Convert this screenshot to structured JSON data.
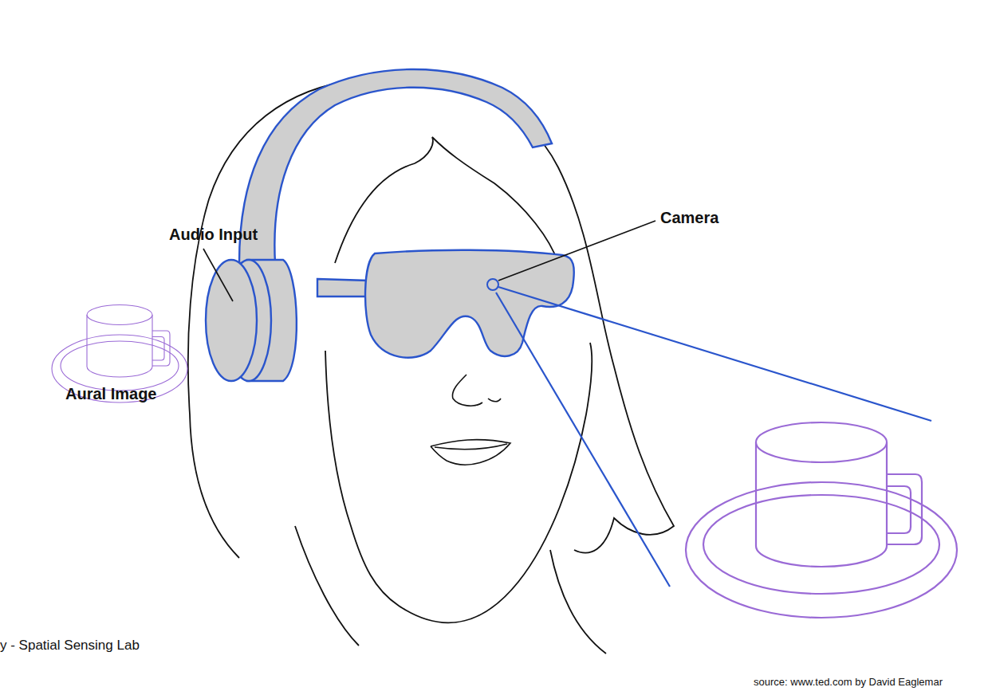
{
  "diagram": {
    "labels": [
      "Audio Input",
      "Camera",
      "Aural Image",
      "y - Spatial Sensing Lab",
      "source: www.ted.com by David Eaglemar"
    ]
  }
}
